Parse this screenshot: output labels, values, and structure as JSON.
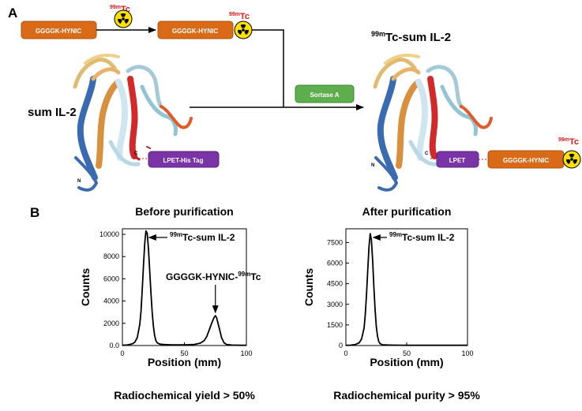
{
  "panel_a": {
    "label": "A",
    "linker_box_1": "GGGGK-HYNIC",
    "linker_box_2": "GGGGK-HYNIC",
    "isotope_sup": "99m",
    "isotope_el": "Tc",
    "protein_label": "sum IL-2",
    "tag_box": "LPET-His Tag",
    "enzyme_box": "Sortase A",
    "product_title_sup": "99m",
    "product_title_rest": "Tc-sum IL-2",
    "lpet_box": "LPET",
    "linker_box_3": "GGGGK-HYNIC",
    "n_term": "N",
    "c_term": "C",
    "colors": {
      "linker": "#d86a18",
      "tag": "#7a34a6",
      "enzyme": "#5fae4e",
      "isotope": "#e01818",
      "radiation_yellow": "#ffe100"
    }
  },
  "panel_b": {
    "label": "B",
    "y_axis_label": "Counts",
    "x_axis_label": "Position (mm)"
  },
  "chart_data": [
    {
      "type": "line",
      "title": "Before purification",
      "xlabel": "Position (mm)",
      "ylabel": "Counts",
      "xlim": [
        0,
        100
      ],
      "ylim": [
        0,
        10500
      ],
      "x_ticks": [
        "0",
        "50",
        "100"
      ],
      "y_ticks": [
        "0.0",
        "2000",
        "4000",
        "6000",
        "8000",
        "10000"
      ],
      "x": [
        0,
        4,
        8,
        10,
        12,
        14,
        15,
        16,
        17,
        18,
        19,
        20,
        21,
        22,
        23,
        24,
        25,
        26,
        27,
        28,
        30,
        33,
        36,
        40,
        50,
        58,
        63,
        66,
        68,
        70,
        72,
        74,
        75,
        76,
        78,
        80,
        82,
        84,
        88,
        95,
        100
      ],
      "y": [
        20,
        50,
        150,
        300,
        700,
        1900,
        3100,
        5000,
        7200,
        9200,
        10300,
        10100,
        8700,
        6800,
        4800,
        3000,
        1700,
        900,
        450,
        250,
        130,
        90,
        80,
        60,
        60,
        100,
        220,
        450,
        800,
        1400,
        2000,
        2550,
        2680,
        2500,
        1600,
        700,
        250,
        100,
        40,
        20,
        20
      ],
      "annotations": [
        {
          "label_sup": "99m",
          "label_rest": "Tc-sum IL-2",
          "x": 19,
          "y": 10300
        },
        {
          "label_pre": "GGGGK-HYNIC-",
          "label_sup": "99m",
          "label_rest": "Tc",
          "x": 75,
          "y": 2680
        }
      ],
      "footer": "Radiochemical yield > 50%"
    },
    {
      "type": "line",
      "title": "After purification",
      "xlabel": "Position (mm)",
      "ylabel": "Counts",
      "xlim": [
        0,
        100
      ],
      "ylim": [
        0,
        8500
      ],
      "x_ticks": [
        "0",
        "50",
        "100"
      ],
      "y_ticks": [
        "0",
        "1500",
        "3000",
        "4500",
        "6000",
        "7500"
      ],
      "x": [
        0,
        4,
        8,
        11,
        13,
        15,
        16,
        17,
        18,
        19,
        20,
        21,
        22,
        23,
        24,
        25,
        26,
        27,
        28,
        30,
        34,
        40,
        50,
        60,
        70,
        80,
        90,
        100
      ],
      "y": [
        10,
        30,
        80,
        200,
        500,
        1300,
        2300,
        3800,
        5500,
        7200,
        8150,
        7700,
        6200,
        4300,
        2600,
        1400,
        700,
        300,
        150,
        60,
        40,
        30,
        20,
        20,
        20,
        20,
        15,
        15
      ],
      "annotations": [
        {
          "label_sup": "99m",
          "label_rest": "Tc-sum IL-2",
          "x": 20,
          "y": 8150
        }
      ],
      "footer": "Radiochemical purity > 95%"
    }
  ]
}
